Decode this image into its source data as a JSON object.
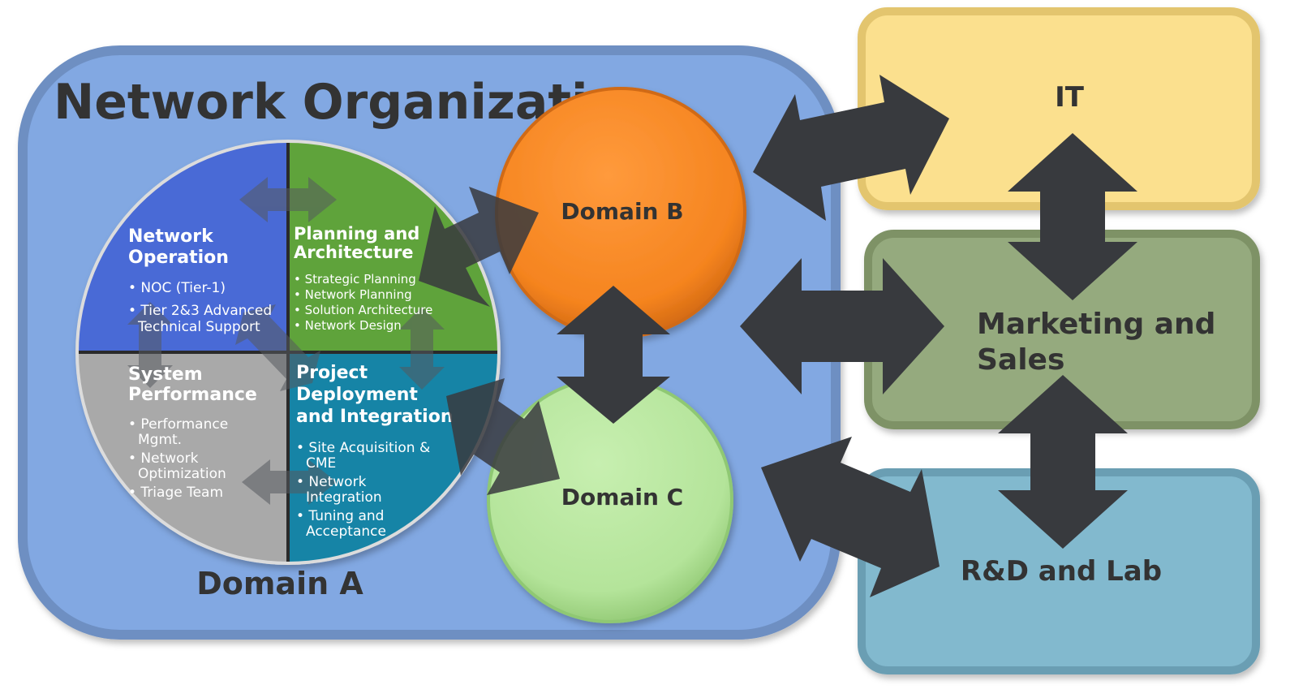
{
  "network": {
    "title": "Network Organization",
    "domain_a": {
      "label": "Domain A",
      "quadrants": [
        {
          "key": "network-operation",
          "title_lines": [
            "Network",
            "Operation"
          ],
          "bullets": [
            [
              "NOC (Tier-1)"
            ],
            [
              "Tier 2&3 Advanced",
              "Technical Support"
            ]
          ],
          "color": "#4A6BD6"
        },
        {
          "key": "planning-architecture",
          "title_lines": [
            "Planning and",
            "Architecture"
          ],
          "bullets": [
            [
              "Strategic Planning"
            ],
            [
              "Network Planning"
            ],
            [
              "Solution Architecture"
            ],
            [
              "Network Design"
            ]
          ],
          "color": "#5FA33A"
        },
        {
          "key": "system-performance",
          "title_lines": [
            "System",
            "Performance"
          ],
          "bullets": [
            [
              "Performance",
              "Mgmt."
            ],
            [
              "Network",
              "Optimization"
            ],
            [
              "Triage Team"
            ]
          ],
          "color": "#A9A9A9"
        },
        {
          "key": "project-deployment",
          "title_lines": [
            "Project",
            "Deployment",
            "and Integration"
          ],
          "bullets": [
            [
              "Site Acquisition &",
              "CME"
            ],
            [
              "Network",
              "Integration"
            ],
            [
              "Tuning and",
              "Acceptance"
            ]
          ],
          "color": "#1784A6"
        }
      ]
    },
    "domain_b": {
      "label": "Domain B",
      "color": "#F5841F"
    },
    "domain_c": {
      "label": "Domain C",
      "color": "#B4E49A"
    }
  },
  "external": {
    "it": {
      "label": "IT",
      "color": "#FBE08E"
    },
    "marketing": {
      "label_lines": [
        "Marketing and",
        "Sales"
      ],
      "color": "#95AA7E"
    },
    "rnd": {
      "label": "R&D and Lab",
      "color": "#82B9CE"
    }
  },
  "colors": {
    "network_box": "#82A8E2",
    "network_box_border": "#6E8FC2",
    "arrow": "#383A3E",
    "title_text": "#333333",
    "white_text": "#FFFFFF"
  }
}
